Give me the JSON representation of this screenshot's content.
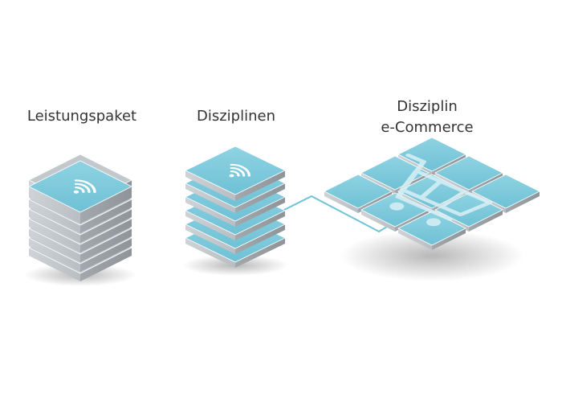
{
  "diagram": {
    "blocks": [
      {
        "label": "Leistungspaket",
        "icon": "wifi-icon"
      },
      {
        "label": "Disziplinen",
        "icon": "wifi-icon"
      },
      {
        "label_line1": "Disziplin",
        "label_line2": "e-Commerce",
        "icon": "shopping-cart-icon"
      }
    ]
  },
  "colors": {
    "tile_top": "#6fc3d6",
    "tile_top_light": "#86d0e0",
    "slab_side_left": "#c9cdd1",
    "slab_side_right": "#a9aeb3",
    "connector": "#6fc3d6",
    "label": "#333333"
  }
}
